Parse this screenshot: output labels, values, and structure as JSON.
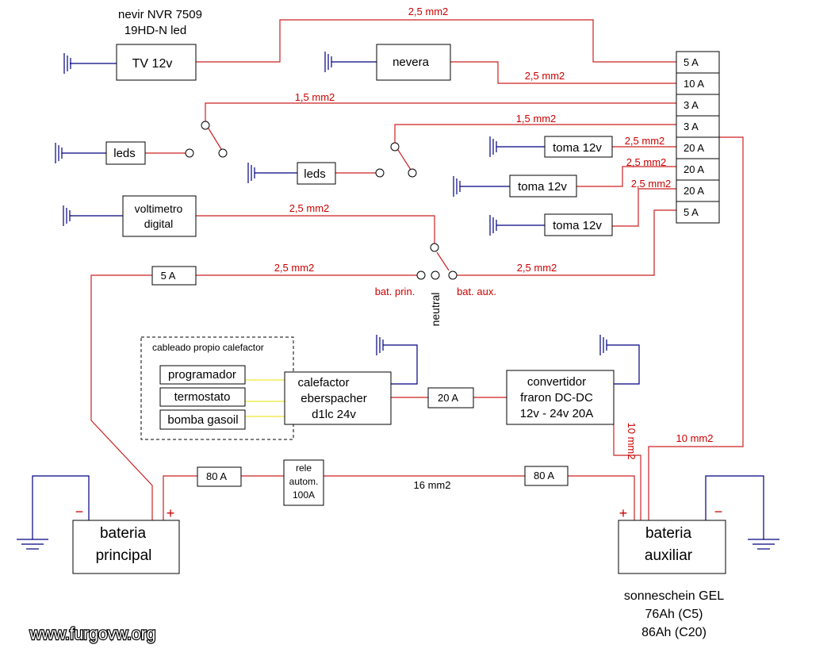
{
  "tv": {
    "model_line1": "nevir NVR 7509",
    "model_line2": "19HD-N led",
    "label": "TV 12v"
  },
  "nevera": {
    "label": "nevera"
  },
  "leds1": {
    "label": "leds"
  },
  "leds2": {
    "label": "leds"
  },
  "voltimetro": {
    "line1": "voltimetro",
    "line2": "digital"
  },
  "tomas": [
    "toma 12v",
    "toma 12v",
    "toma 12v"
  ],
  "fusebox": [
    "5 A",
    "10 A",
    "3 A",
    "3 A",
    "20 A",
    "20 A",
    "20 A",
    "5 A"
  ],
  "wires": {
    "tv": "2,5 mm2",
    "nevera": "2,5 mm2",
    "leds1": "1,5 mm2",
    "leds2": "1,5 mm2",
    "toma1": "2,5 mm2",
    "toma2": "2,5 mm2",
    "toma3": "2,5 mm2",
    "voltimetro": "2,5 mm2",
    "bat_prin": "2,5 mm2",
    "bat_aux": "2,5 mm2",
    "main_link": "16 mm2",
    "conv_out": "10 mm2",
    "aux_feed": "10 mm2"
  },
  "selector": {
    "left": "bat. prin.",
    "right": "bat. aux.",
    "middle": "neutral"
  },
  "fuse_5a": "5 A",
  "heater_wiring": {
    "title": "cableado propio calefactor",
    "items": [
      "programador",
      "termostato",
      "bomba gasoil"
    ]
  },
  "calefactor": {
    "line1": "calefactor",
    "line2": "eberspacher",
    "line3": "d1lc 24v"
  },
  "fuse_20a": "20 A",
  "convertidor": {
    "line1": "convertidor",
    "line2": "fraron DC-DC",
    "line3": "12v - 24v  20A"
  },
  "fuse_80a_left": "80 A",
  "fuse_80a_right": "80 A",
  "relay": {
    "line1": "rele",
    "line2": "autom.",
    "line3": "100A"
  },
  "bateria_principal": {
    "line1": "bateria",
    "line2": "principal"
  },
  "bateria_auxiliar": {
    "line1": "bateria",
    "line2": "auxiliar"
  },
  "plus": "+",
  "minus": "−",
  "battery_spec": {
    "line1": "sonneschein GEL",
    "line2": "76Ah (C5)",
    "line3": "86Ah (C20)"
  },
  "watermark": "www.furgovw.org",
  "colors": {
    "wire_positive": "#cc2222",
    "wire_ground": "#000080",
    "wire_signal": "#e8e000"
  }
}
